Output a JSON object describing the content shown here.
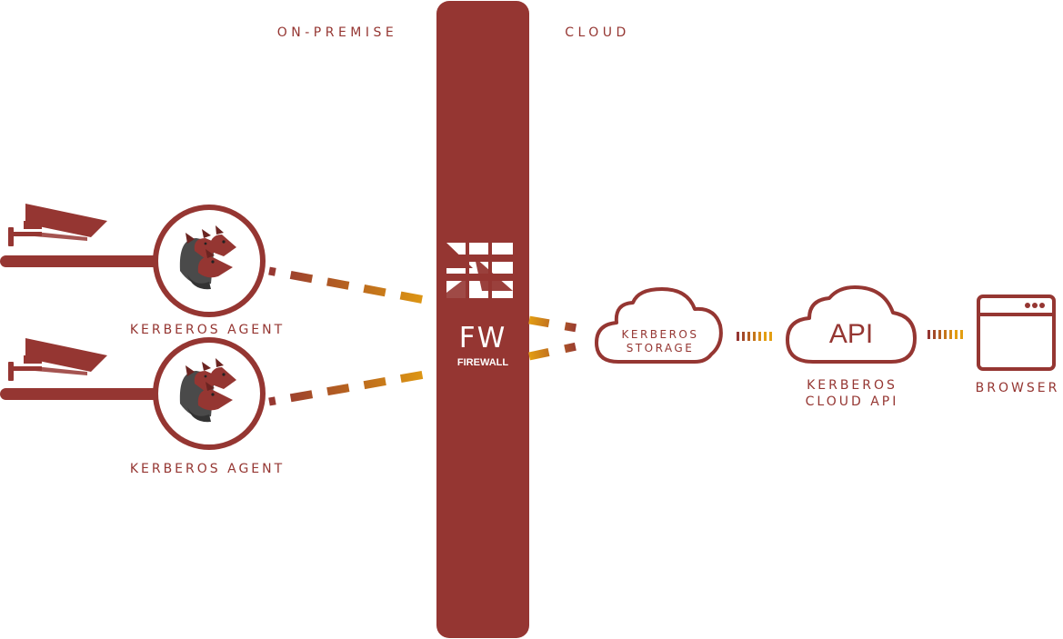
{
  "zones": {
    "left": "ON-PREMISE",
    "right": "CLOUD"
  },
  "agents": [
    {
      "label": "KERBEROS AGENT"
    },
    {
      "label": "KERBEROS AGENT"
    }
  ],
  "firewall": {
    "code": "FW",
    "name": "FIREWALL"
  },
  "storage": {
    "line1": "KERBEROS",
    "line2": "STORAGE"
  },
  "api": {
    "badge": "API",
    "line1": "KERBEROS",
    "line2": "CLOUD API"
  },
  "browser": {
    "label": "BROWSER"
  },
  "colors": {
    "brand": "#953632",
    "connector_dark": "#953632",
    "connector_mid": "#b8651f",
    "connector_light": "#e39e12"
  }
}
